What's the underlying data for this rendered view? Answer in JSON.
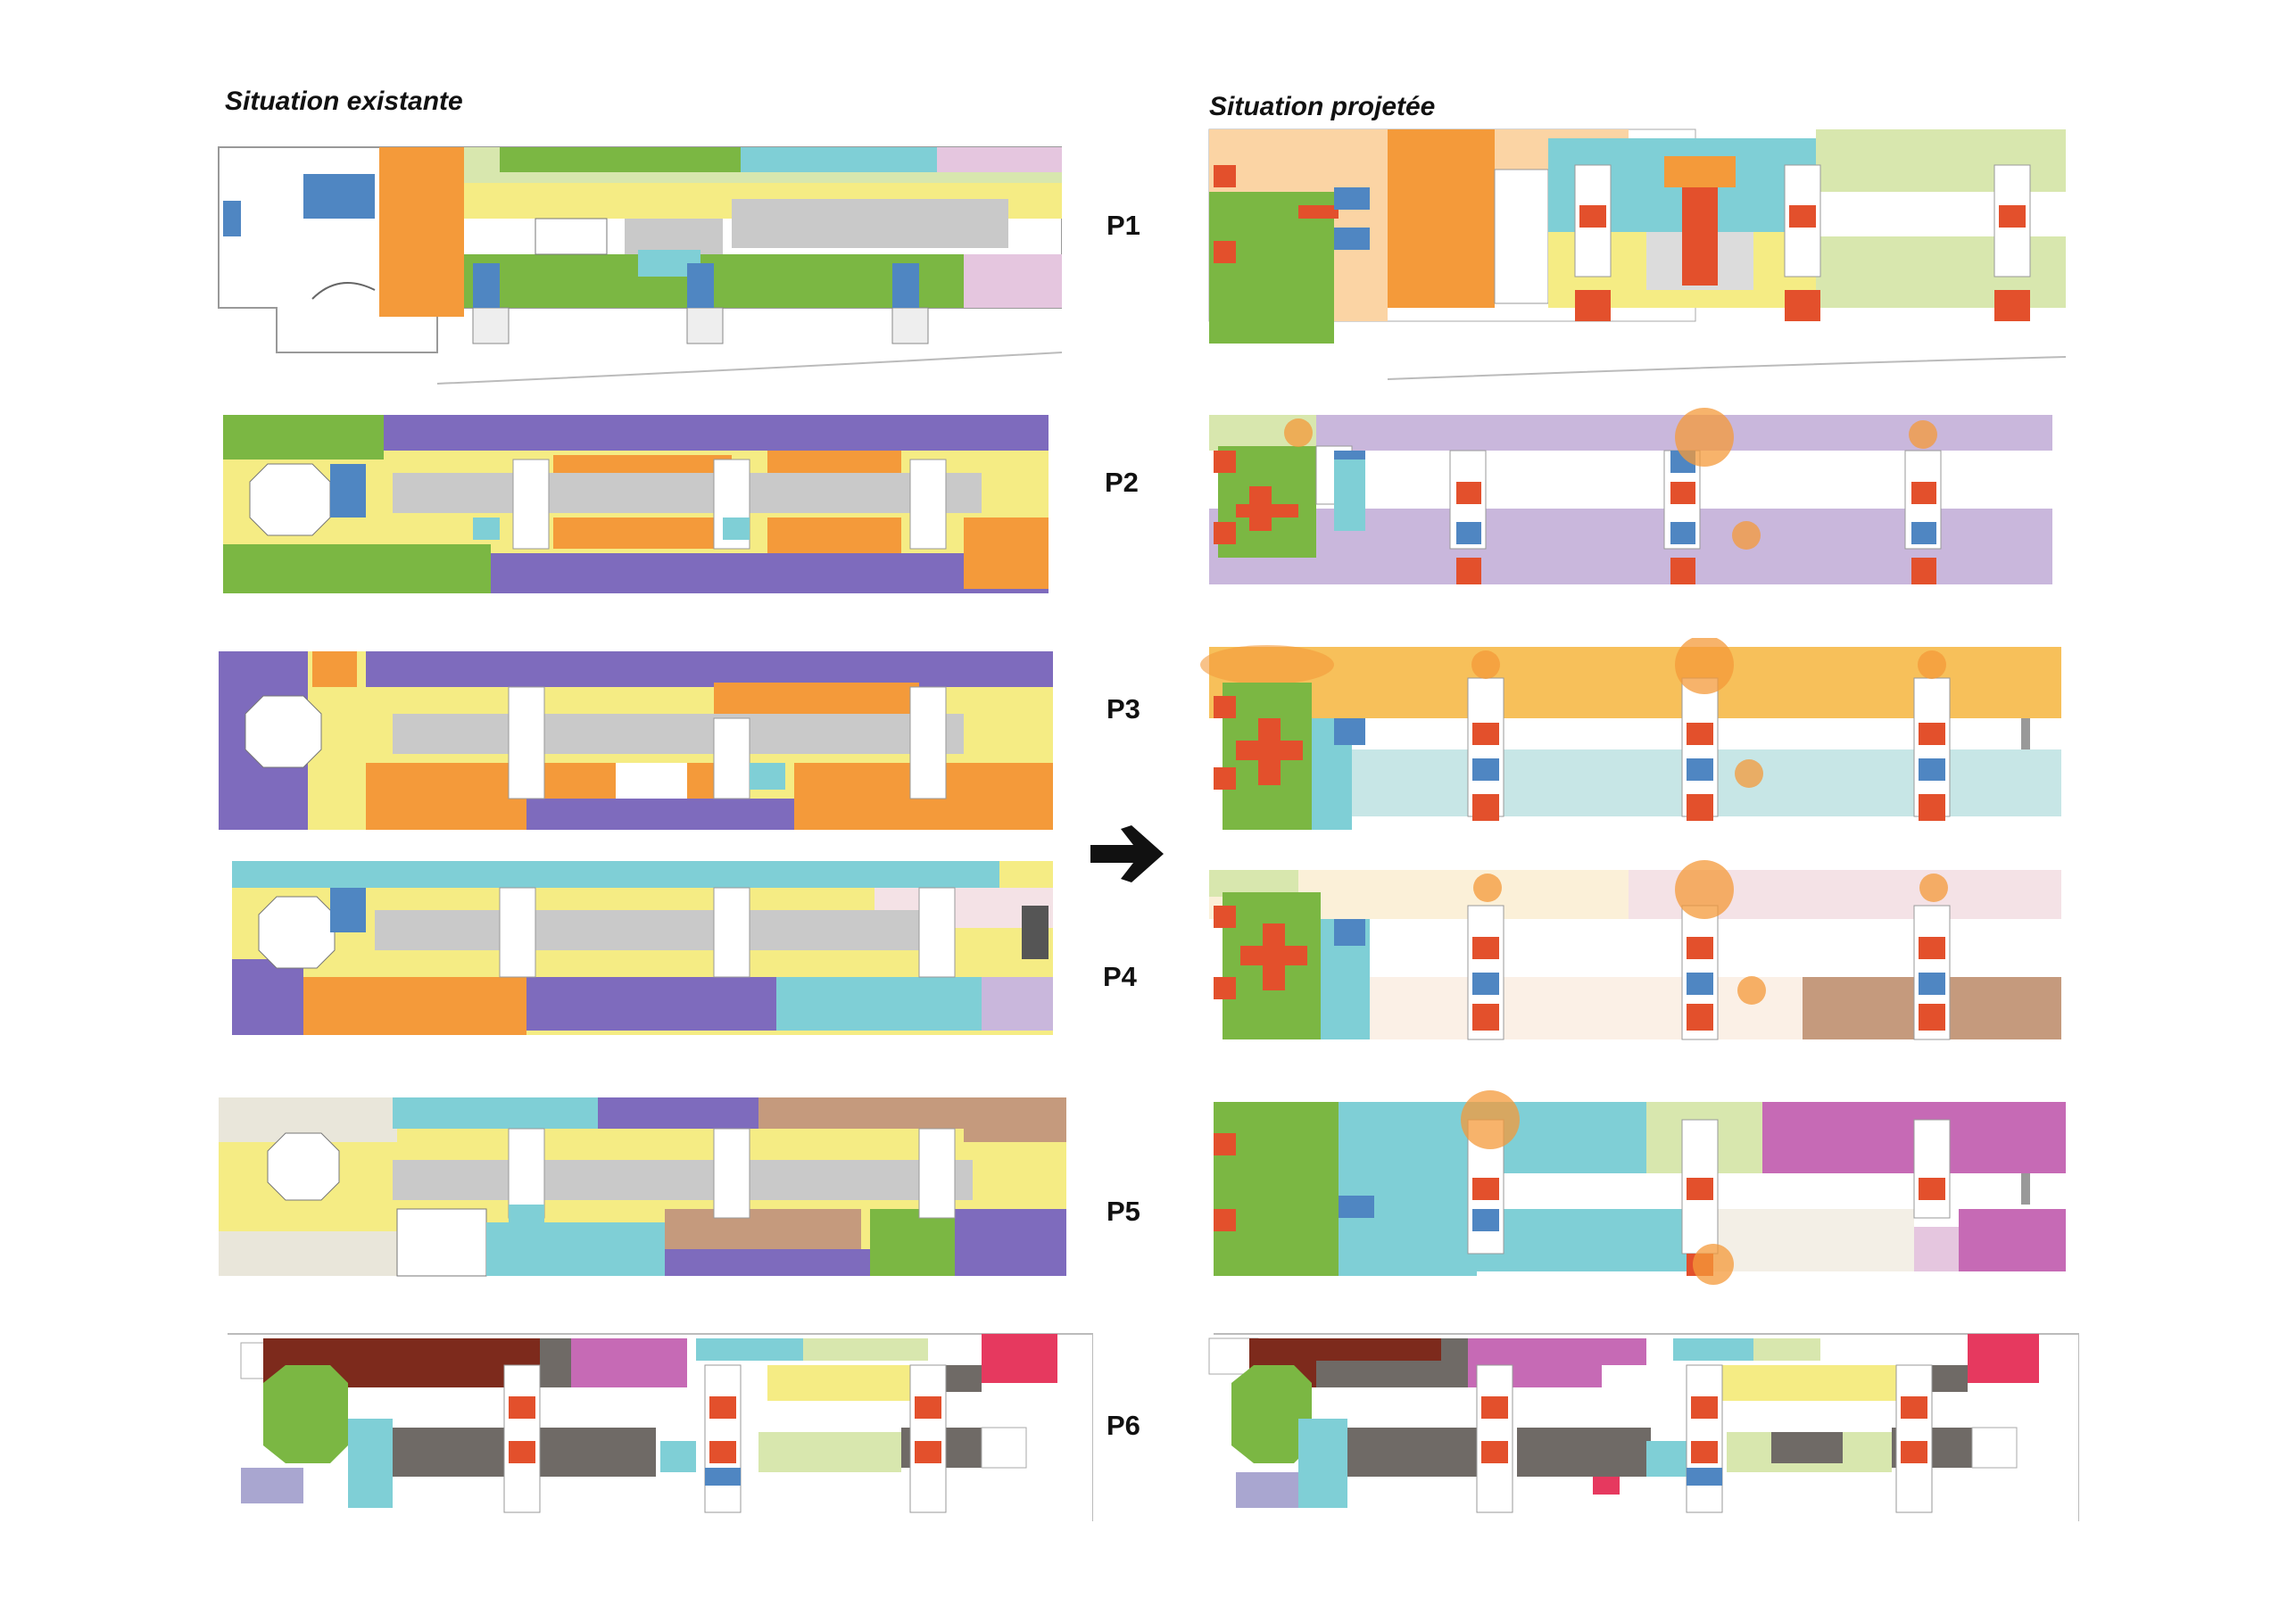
{
  "titles": {
    "existing": "Situation existante",
    "projected": "Situation projetée"
  },
  "levels": [
    "P1",
    "P2",
    "P3",
    "P4",
    "P5",
    "P6"
  ],
  "icons": {
    "transition": "arrow-right-icon"
  },
  "colors": {
    "circulation": "#f5ec84",
    "stair_core": "#e3502c",
    "light_grey": "#c9c9c9",
    "dark_grey": "#6f6a66",
    "orange": "#f49a3a",
    "violet": "#7e6bbd",
    "light_violet": "#c9b7dc",
    "green": "#7bb743",
    "light_green": "#d8e7ae",
    "cyan": "#7fcfd6",
    "light_cyan": "#c7e6e6",
    "blue": "#4f86c2",
    "brown": "#7d2a1c",
    "magenta": "#c66ab5",
    "pink": "#e6395f",
    "amber": "#f7c05a",
    "pale_rose": "#f4e2e6",
    "pale_cream": "#fbf0d8",
    "tan": "#c59a7d"
  }
}
